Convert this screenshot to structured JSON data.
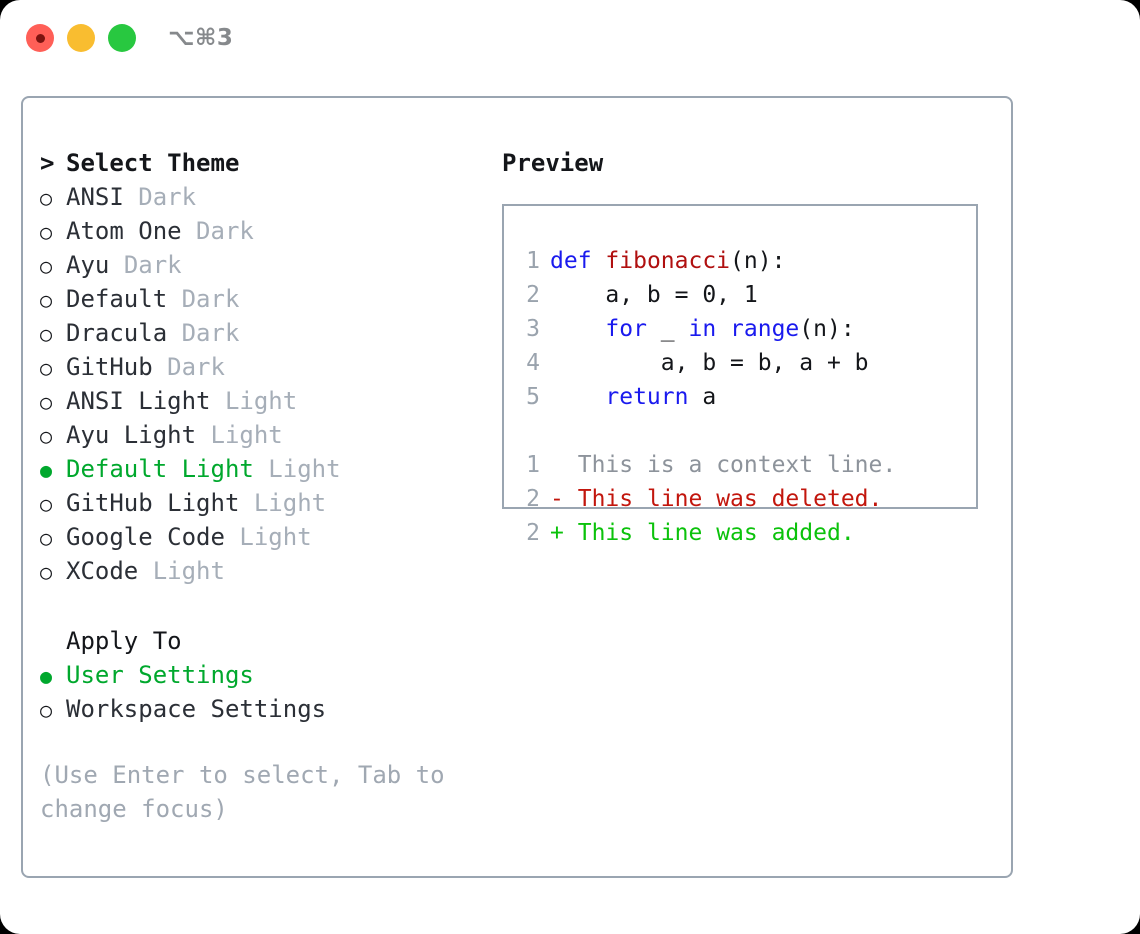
{
  "window": {
    "traffic_lights": [
      {
        "name": "close",
        "color": "#ff5f57"
      },
      {
        "name": "minimize",
        "color": "#f9bd30"
      },
      {
        "name": "zoom",
        "color": "#28c840"
      }
    ],
    "shortcut_label": "⌥⌘3"
  },
  "theme_picker": {
    "header": "Select Theme",
    "header_marker": ">",
    "items": [
      {
        "marker": "○",
        "name": "ANSI",
        "tag": "Dark",
        "selected": false
      },
      {
        "marker": "○",
        "name": "Atom One",
        "tag": "Dark",
        "selected": false
      },
      {
        "marker": "○",
        "name": "Ayu",
        "tag": "Dark",
        "selected": false
      },
      {
        "marker": "○",
        "name": "Default",
        "tag": "Dark",
        "selected": false
      },
      {
        "marker": "○",
        "name": "Dracula",
        "tag": "Dark",
        "selected": false
      },
      {
        "marker": "○",
        "name": "GitHub",
        "tag": "Dark",
        "selected": false
      },
      {
        "marker": "○",
        "name": "ANSI Light",
        "tag": "Light",
        "selected": false
      },
      {
        "marker": "○",
        "name": "Ayu Light",
        "tag": "Light",
        "selected": false
      },
      {
        "marker": "●",
        "name": "Default Light",
        "tag": "Light",
        "selected": true
      },
      {
        "marker": "○",
        "name": "GitHub Light",
        "tag": "Light",
        "selected": false
      },
      {
        "marker": "○",
        "name": "Google Code",
        "tag": "Light",
        "selected": false
      },
      {
        "marker": "○",
        "name": "XCode",
        "tag": "Light",
        "selected": false
      }
    ]
  },
  "apply_to": {
    "label": "Apply To",
    "options": [
      {
        "marker": "●",
        "name": "User Settings",
        "selected": true
      },
      {
        "marker": "○",
        "name": "Workspace Settings",
        "selected": false
      }
    ]
  },
  "hint": "(Use Enter to select, Tab to change focus)",
  "preview": {
    "title": "Preview",
    "code_lines": [
      {
        "no": "1",
        "tokens": [
          {
            "t": "def",
            "c": "kw"
          },
          {
            "t": " ",
            "c": "pl"
          },
          {
            "t": "fibonacci",
            "c": "fn"
          },
          {
            "t": "(n):",
            "c": "pl"
          }
        ]
      },
      {
        "no": "2",
        "tokens": [
          {
            "t": "    a, b = 0, 1",
            "c": "pl"
          }
        ]
      },
      {
        "no": "3",
        "tokens": [
          {
            "t": "    ",
            "c": "pl"
          },
          {
            "t": "for",
            "c": "kw"
          },
          {
            "t": " _ ",
            "c": "pl"
          },
          {
            "t": "in",
            "c": "kw"
          },
          {
            "t": " ",
            "c": "pl"
          },
          {
            "t": "range",
            "c": "kw"
          },
          {
            "t": "(n):",
            "c": "pl"
          }
        ]
      },
      {
        "no": "4",
        "tokens": [
          {
            "t": "        a, b = b, a + b",
            "c": "pl"
          }
        ]
      },
      {
        "no": "5",
        "tokens": [
          {
            "t": "    ",
            "c": "pl"
          },
          {
            "t": "return",
            "c": "kw"
          },
          {
            "t": " a",
            "c": "pl"
          }
        ]
      }
    ],
    "diff_lines": [
      {
        "no": "1",
        "sign": " ",
        "text": "This is a context line.",
        "kind": "ctx"
      },
      {
        "no": "2",
        "sign": "-",
        "text": "This line was deleted.",
        "kind": "del"
      },
      {
        "no": "2",
        "sign": "+",
        "text": "This line was added.",
        "kind": "add"
      }
    ]
  },
  "colors": {
    "accent_green": "#00a82d",
    "border": "#9aa5b1",
    "muted": "#a6aeb8",
    "keyword_blue": "#1a1aee",
    "function_red": "#b01010",
    "diff_added": "#0bc20b",
    "diff_removed": "#c2160d"
  }
}
